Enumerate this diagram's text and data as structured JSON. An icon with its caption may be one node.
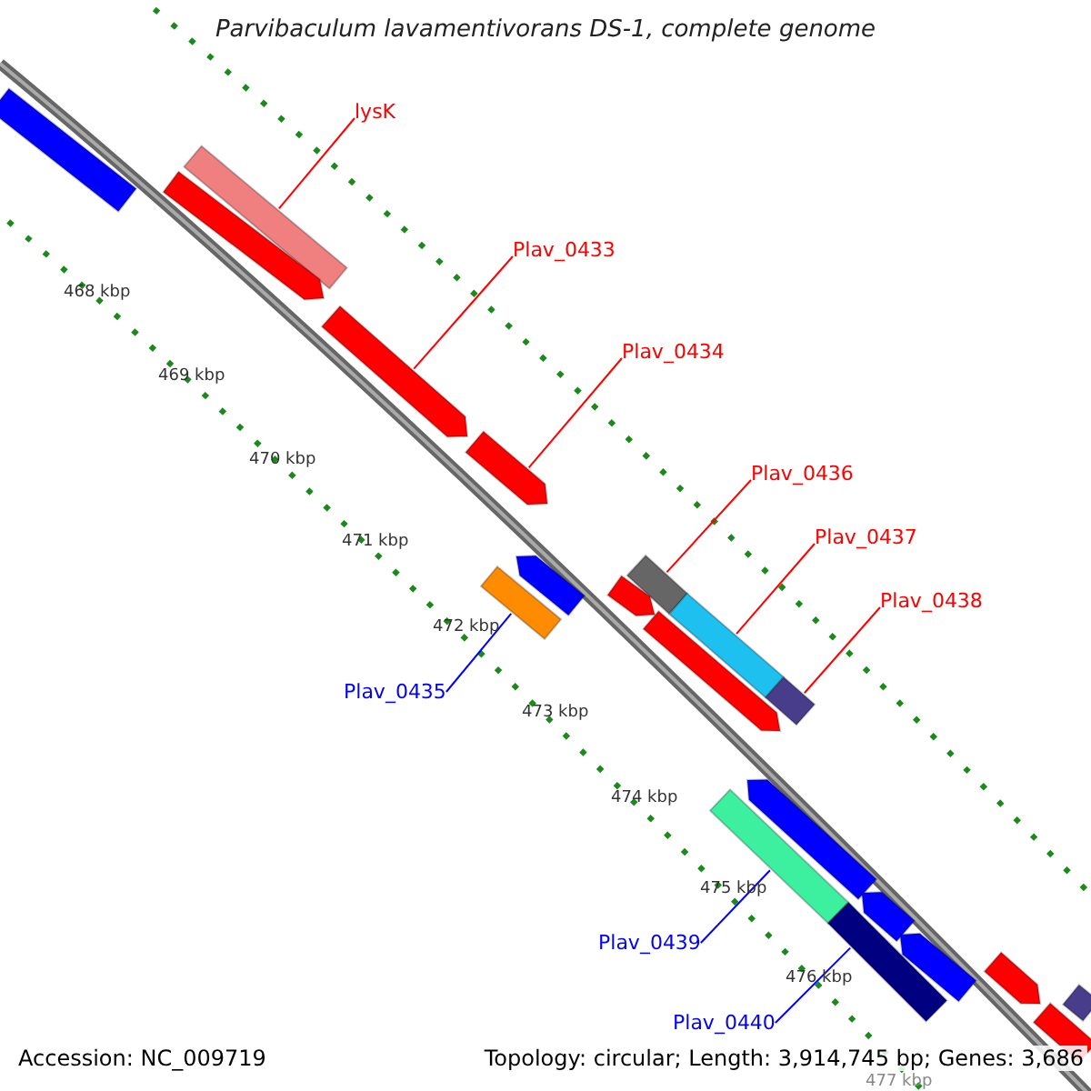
{
  "diagram": {
    "title": "Parvibaculum lavamentivorans DS-1, complete genome",
    "nodes": [
      {
        "text": [
          "lysK"
        ]
      },
      {
        "text": [],
        "shape": "bar"
      },
      {
        "text": [
          "Plav_0433"
        ]
      },
      {
        "text": [],
        "shape": "bar"
      },
      {
        "text": [
          "Plav_0434"
        ]
      },
      {
        "text": [],
        "shape": "bar"
      },
      {
        "text": [
          "Plav_0436"
        ]
      },
      {
        "text": [],
        "shape": "bar"
      },
      {
        "text": [
          "Plav_0437"
        ]
      },
      {
        "text": [],
        "shape": "bar"
      },
      {
        "text": [
          "Plav_0438"
        ]
      },
      {
        "text": [],
        "shape": "bar"
      },
      {
        "text": [
          "Plav_0435"
        ]
      },
      {
        "text": [],
        "shape": "bar"
      },
      {
        "text": [
          "Plav_0439"
        ]
      },
      {
        "text": [],
        "shape": "bar"
      },
      {
        "text": [
          "Plav_0440"
        ]
      },
      {
        "text": [],
        "shape": "bar"
      },
      {
        "text": [],
        "shape": "bar"
      },
      {
        "text": [],
        "shape": "bar"
      },
      {
        "text": [],
        "shape": "bar"
      },
      {
        "text": [],
        "shape": "bar"
      },
      {
        "text": [],
        "shape": "bar"
      },
      {
        "text": [],
        "shape": "bar"
      },
      {
        "text": [],
        "shape": "bar"
      },
      {
        "text": [],
        "shape": "bar"
      },
      {
        "text": [],
        "shape": "bar"
      },
      {
        "text": [],
        "shape": "bar"
      },
      {
        "text": [],
        "shape": "bar"
      }
    ],
    "edges": [
      {
        "from": 0,
        "to": 1,
        "arrow": "none"
      },
      {
        "from": 2,
        "to": 3,
        "arrow": "none"
      },
      {
        "from": 4,
        "to": 5,
        "arrow": "none"
      },
      {
        "from": 6,
        "to": 7,
        "arrow": "none"
      },
      {
        "from": 8,
        "to": 9,
        "arrow": "none"
      },
      {
        "from": 10,
        "to": 11,
        "arrow": "none"
      },
      {
        "from": 12,
        "to": 13,
        "arrow": "none",
        "color": "#0000ff"
      },
      {
        "from": 14,
        "to": 15,
        "arrow": "none",
        "color": "#0000ff"
      },
      {
        "from": 16,
        "to": 17,
        "arrow": "none",
        "color": "#0000ff"
      }
    ],
    "labels": [
      "468 kbp",
      "469 kbp",
      "470 kbp",
      "471 kbp",
      "472 kbp",
      "473 kbp",
      "474 kbp",
      "475 kbp",
      "476 kbp",
      "477 kbp",
      "Accession: NC_009719",
      "Topology: circular; Length: 3,914,745 bp; Genes: 3,686"
    ]
  }
}
